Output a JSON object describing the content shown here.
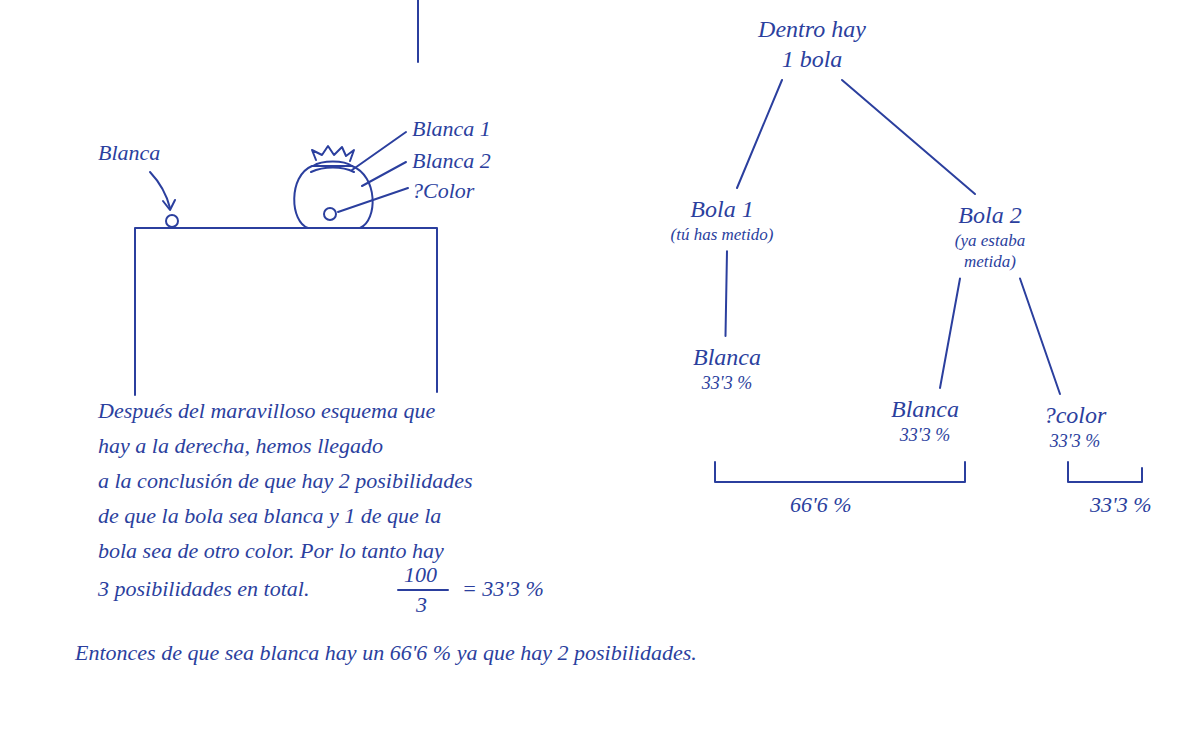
{
  "diagram": {
    "nodes": [
      {
        "text": [
          "Dentro hay",
          "1 bola"
        ]
      },
      {
        "text": [
          "Bola 1",
          "(tú has metido)"
        ]
      },
      {
        "text": [
          "Bola 2",
          "(ya estaba metida)"
        ]
      },
      {
        "text": [
          "Blanca",
          "33'3 %"
        ]
      },
      {
        "text": [
          "Blanca",
          "33'3 %"
        ]
      },
      {
        "text": [
          "?color",
          "33'3 %"
        ]
      }
    ],
    "edges": [
      {
        "from": 0,
        "to": 1,
        "arrow": "none"
      },
      {
        "from": 0,
        "to": 2,
        "arrow": "none"
      },
      {
        "from": 1,
        "to": 3,
        "arrow": "none"
      },
      {
        "from": 2,
        "to": 4,
        "arrow": "none"
      },
      {
        "from": 2,
        "to": 5,
        "arrow": "none"
      }
    ],
    "labels": [
      "Blanca",
      "Blanca 1",
      "Blanca 2",
      "?Color",
      "66'6 %",
      "33'3 %",
      "Después del maravilloso esquema que",
      "hay a la derecha, hemos llegado",
      "a la conclusión de que hay 2 posibilidades",
      "de que la bola sea blanca y 1 de que la",
      "bola sea de otro color. Por lo tanto hay",
      "3 posibilidades en total.",
      "100",
      "3",
      "= 33'3 %",
      "Entonces de que sea blanca hay un 66'6 % ya que hay 2 posibilidades."
    ]
  }
}
